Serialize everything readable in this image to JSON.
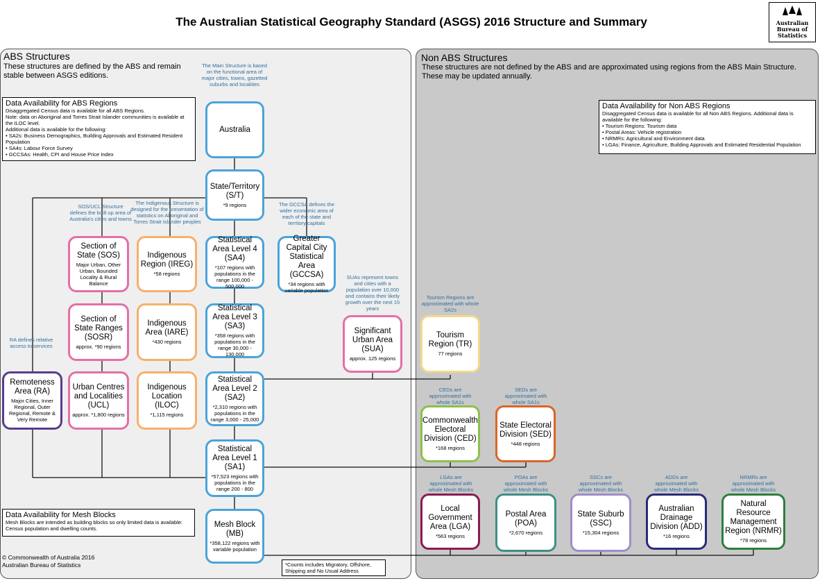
{
  "title": "The Australian Statistical Geography Standard (ASGS) 2016 Structure and Summary",
  "logo_text": "Australian Bureau of Statistics",
  "abs_panel": {
    "title": "ABS Structures",
    "desc": "These structures are defined by the ABS and remain stable between ASGS editions."
  },
  "non_panel": {
    "title": "Non ABS Structures",
    "desc": "These structures are not defined by the ABS and are approximated using regions from the ABS Main Structure. These may be updated annually."
  },
  "abs_info": {
    "heading": "Data Availability for ABS Regions",
    "lines": [
      "Disaggregated Census data is available for all ABS Regions.",
      "Note: data on Aboriginal and Torres Strait Islander communities is available at the ILOC level.",
      "Additional data is available for the following:",
      "• SA2s: Business Demographics, Building Approvals and Estimated Resident Population",
      "• SA4s: Labour Force Survey",
      "• GCCSAs: Health, CPI and House Price Index"
    ]
  },
  "non_info": {
    "heading": "Data Availability for Non ABS Regions",
    "lines": [
      "Disaggregated Census data is available for all Non ABS Regions. Additional data is available for the following:",
      "• Tourism Regions: Tourism data",
      "• Postal Areas: Vehicle registration",
      "• NRMRs: Agricultural and Environment data",
      "• LGAs: Finance, Agriculture, Building Approvals and Estimated Residential Population"
    ]
  },
  "mesh_info": {
    "heading": "Data Availability for Mesh Blocks",
    "lines": [
      "Mesh Blocks are intended as building blocks so only limited data is available: Census population and dwelling counts."
    ]
  },
  "copyright": [
    "© Commonwealth of Australia 2016",
    "Australian Bureau of Statistics"
  ],
  "footnote": "*Counts includes Migratory, Offshore, Shipping and No Usual Address",
  "notes": {
    "main": "The Main Structure is based on the functional area of major cities, towns, gazetted suburbs and localities",
    "sos": "SOS/UCL Structure defines the built up area of Australia's cities and towns",
    "ind": "The Indigenous Structure is designed for the presentation of statistics on Aboriginal and Torres Strait Islander peoples",
    "gccsa": "The GCCSA defines the wider economic area of each of the state and territory capitals",
    "sua": "SUAs represent towns and cities with a population over 10,000 and contains their likely growth over the next 15 years",
    "ra": "RA defines relative access to services",
    "tr": "Tourism Regions are approximated with whole SA2s",
    "ced": "CEDs are approximated with whole SA1s",
    "sed": "SEDs are approximated with whole SA1s",
    "lga": "LGAs are approximated with whole Mesh Blocks",
    "poa": "POAs are approximated with whole Mesh Blocks",
    "ssc": "SSCs are approximated with whole Mesh Blocks",
    "add": "ADDs are approximated with whole Mesh Blocks",
    "nrmr": "NRMRs are approximated with whole Mesh Blocks"
  },
  "nodes": {
    "australia": {
      "t": "Australia",
      "d": ""
    },
    "st": {
      "t": "State/Territory (S/T)",
      "d": "*9 regions"
    },
    "sa4": {
      "t": "Statistical Area Level 4 (SA4)",
      "d": "*107 regions with populations in the range 100,000 - 500,000"
    },
    "sa3": {
      "t": "Statistical Area Level 3 (SA3)",
      "d": "*358 regions with populations in the range 30,000 - 130,000"
    },
    "sa2": {
      "t": "Statistical Area Level 2 (SA2)",
      "d": "*2,310 regions with populations in the range 3,000 - 25,000"
    },
    "sa1": {
      "t": "Statistical Area Level 1 (SA1)",
      "d": "*57,523 regions with populations in the range 200 - 800"
    },
    "mb": {
      "t": "Mesh Block (MB)",
      "d": "*358,122 regions with variable population"
    },
    "gccsa": {
      "t": "Greater Capital City Statistical Area (GCCSA)",
      "d": "*34 regions with variable population"
    },
    "sos": {
      "t": "Section of State (SOS)",
      "d": "Major Urban, Other Urban, Bounded Locality & Rural Balance"
    },
    "sosr": {
      "t": "Section of State Ranges (SOSR)",
      "d": "approx. *90 regions"
    },
    "ucl": {
      "t": "Urban Centres and Localities (UCL)",
      "d": "approx. *1,800 regions"
    },
    "ireg": {
      "t": "Indigenous Region (IREG)",
      "d": "*58 regions"
    },
    "iare": {
      "t": "Indigenous Area (IARE)",
      "d": "*430 regions"
    },
    "iloc": {
      "t": "Indigenous Location (ILOC)",
      "d": "*1,115 regions"
    },
    "ra": {
      "t": "Remoteness Area (RA)",
      "d": "Major Cities, Inner Regional, Outer Regional, Remote & Very Remote"
    },
    "sua": {
      "t": "Significant Urban Area (SUA)",
      "d": "approx. 125 regions"
    },
    "tr": {
      "t": "Tourism Region (TR)",
      "d": "77 regions"
    },
    "ced": {
      "t": "Commonwealth Electoral Division (CED)",
      "d": "*168 regions"
    },
    "sed": {
      "t": "State Electoral Division (SED)",
      "d": "*448 regions"
    },
    "lga": {
      "t": "Local Government Area (LGA)",
      "d": "*563 regions"
    },
    "poa": {
      "t": "Postal Area (POA)",
      "d": "*2,670 regions"
    },
    "ssc": {
      "t": "State Suburb (SSC)",
      "d": "*15,304 regions"
    },
    "add": {
      "t": "Australian Drainage Division (ADD)",
      "d": "*16 regions"
    },
    "nrmr": {
      "t": "Natural Resource Management Region (NRMR)",
      "d": "*78 regions"
    }
  },
  "colors": {
    "main": "#4aa3d9",
    "sos": "#e36fa6",
    "ind": "#f7b06d",
    "ra": "#5b3a8c",
    "note": "#2f6fa0"
  }
}
